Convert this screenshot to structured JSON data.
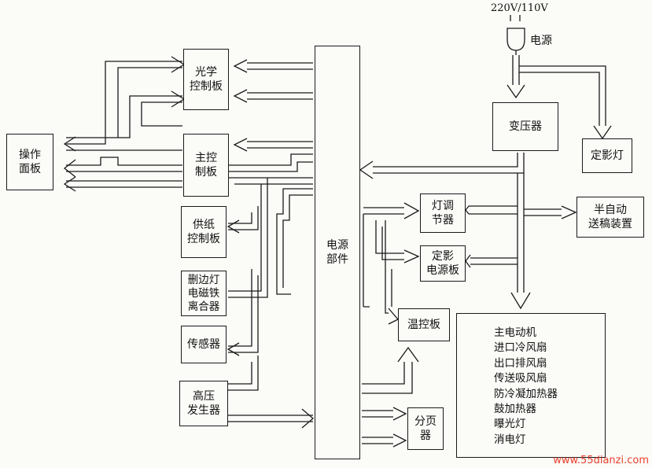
{
  "voltage": "220V/110V",
  "plug_label": "电源",
  "boxes": {
    "operation_panel": "操作\n面板",
    "optical_board": "光学\n控制板",
    "main_board": "主控\n制板",
    "paper_feed_board": "供纸\n控制板",
    "edge_lamp": "删边灯\n电磁铁\n离合器",
    "sensor": "传感器",
    "hv_generator": "高压\n发生器",
    "power_unit": "电源\n部件",
    "transformer": "变压器",
    "fixing_lamp": "定影灯",
    "lamp_regulator": "灯调\n节器",
    "fixing_power_board": "定影\n电源板",
    "temp_board": "温控板",
    "sorter": "分页\n器",
    "adf": "半自动\n送稿装置"
  },
  "loads": [
    "主电动机",
    "进口冷风扇",
    "出口排风扇",
    "传送吸风扇",
    "防冷凝加热器",
    "鼓加热器",
    "曝光灯",
    "消电灯"
  ],
  "watermark": "www.55dianzi.com"
}
